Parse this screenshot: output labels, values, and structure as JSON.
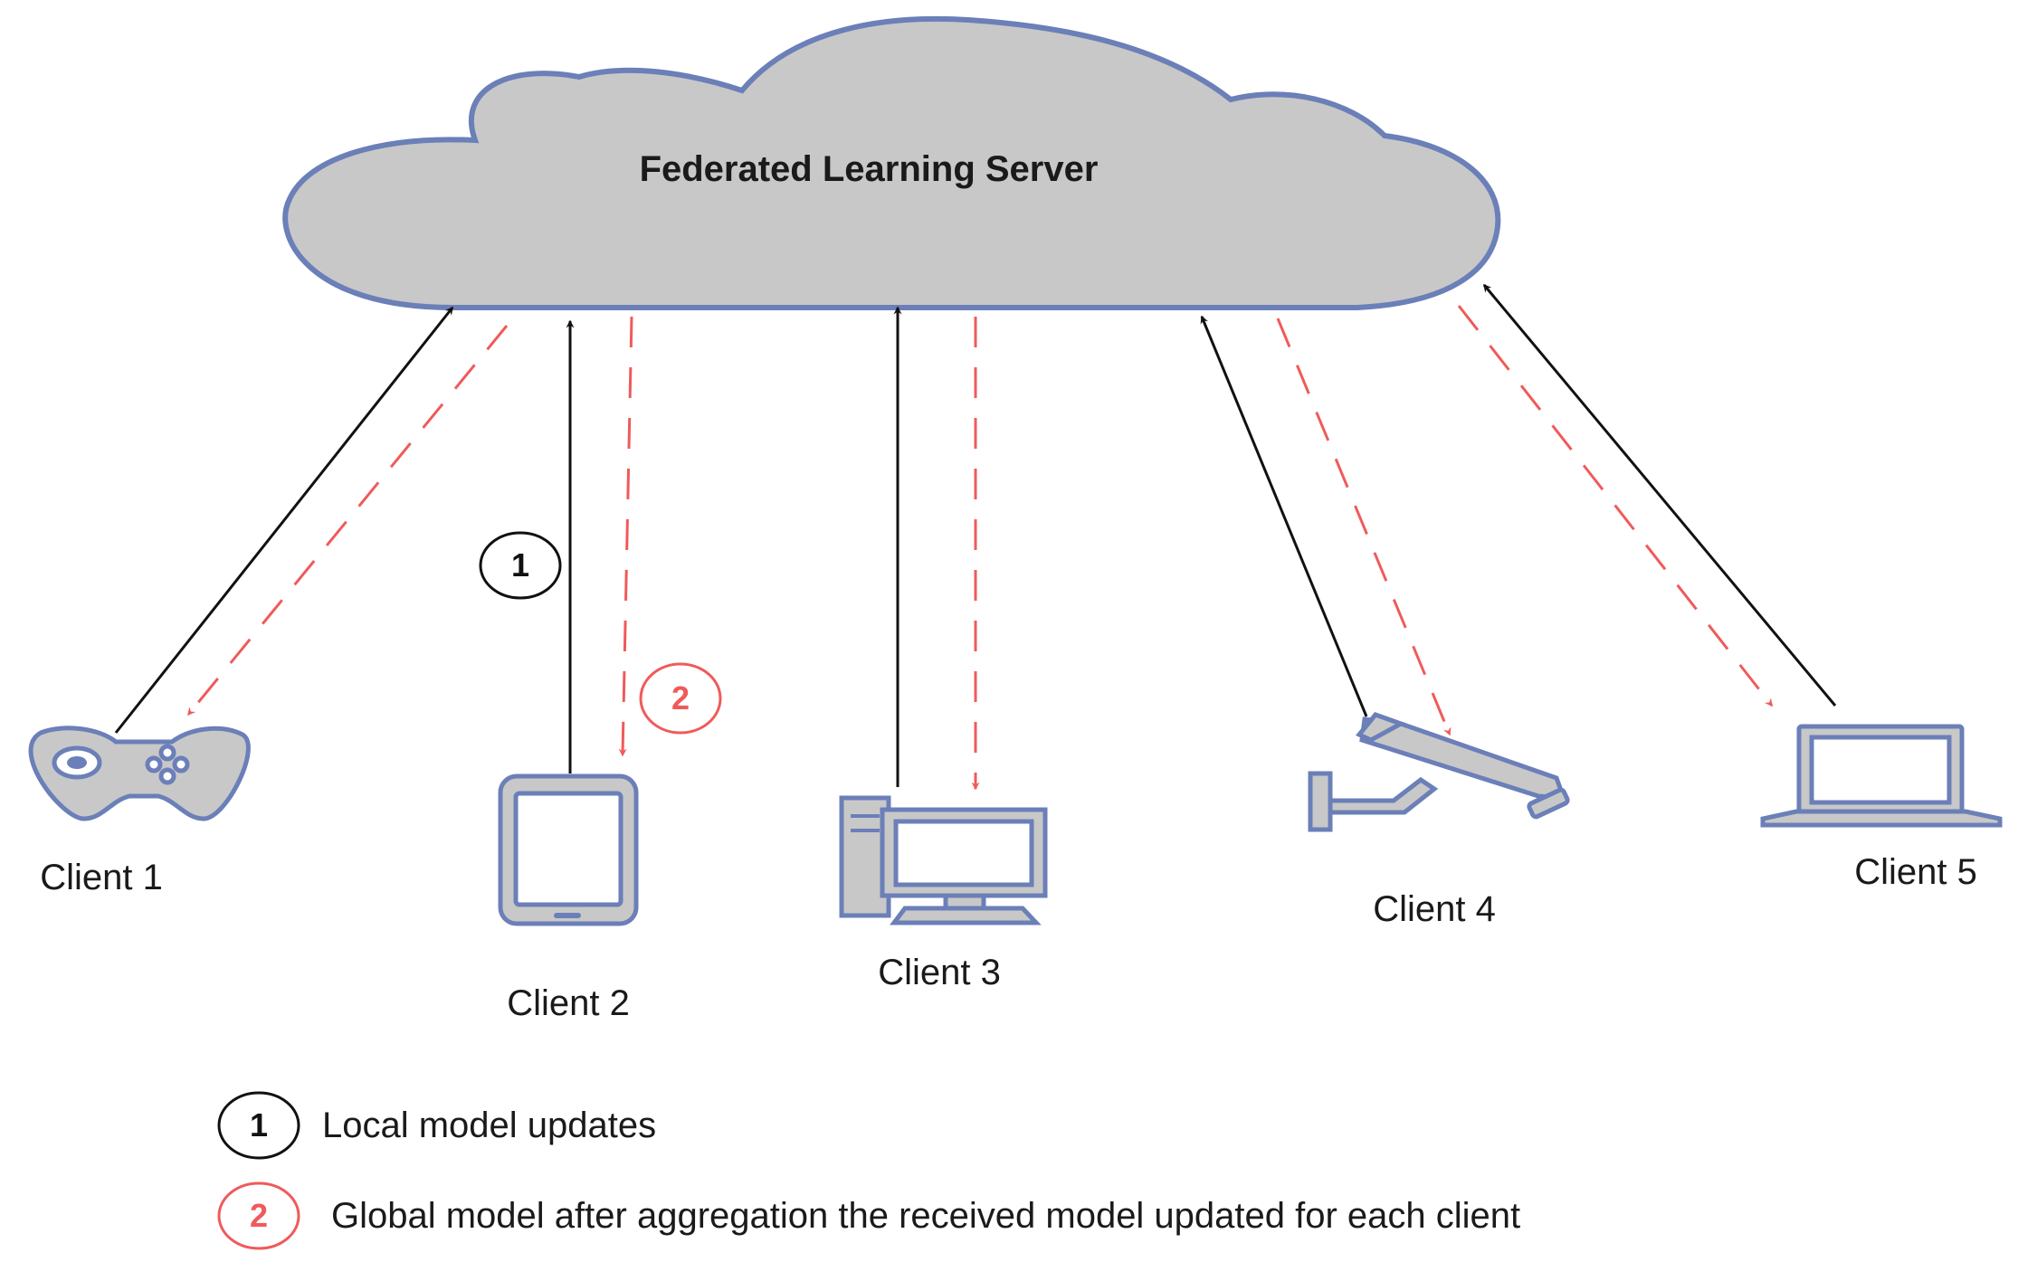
{
  "server": {
    "title": "Federated Learning Server"
  },
  "clients": [
    {
      "label": "Client 1",
      "icon": "game-controller-icon"
    },
    {
      "label": "Client 2",
      "icon": "tablet-icon"
    },
    {
      "label": "Client 3",
      "icon": "desktop-computer-icon"
    },
    {
      "label": "Client 4",
      "icon": "security-camera-icon"
    },
    {
      "label": "Client 5",
      "icon": "laptop-icon"
    }
  ],
  "markers": {
    "local": "1",
    "global": "2"
  },
  "legend": {
    "local_number": "1",
    "local_text": "Local model updates",
    "global_number": "2",
    "global_text": "Global model after aggregation the received model updated for each client"
  },
  "colors": {
    "cloud_fill": "#c8c8c8",
    "cloud_stroke": "#6b7fb8",
    "local_update": "#111111",
    "global_update": "#f05a5a"
  }
}
